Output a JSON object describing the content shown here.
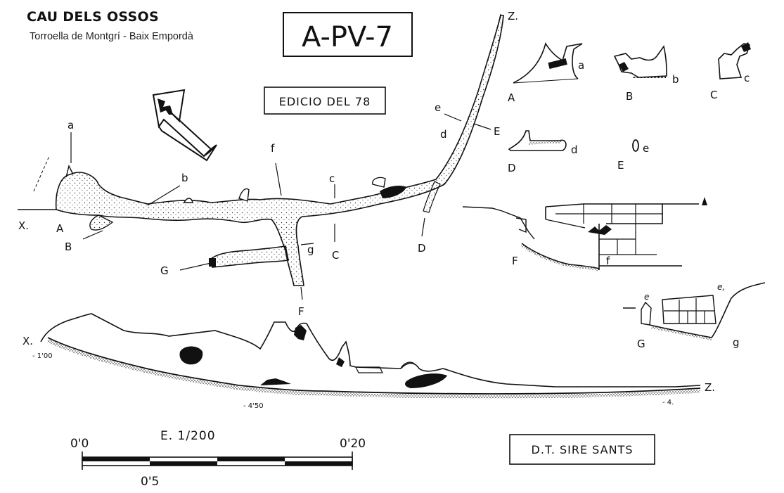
{
  "header": {
    "title": "CAU DELS OSSOS",
    "subtitle": "Torroella de Montgrí - Baix Empordà"
  },
  "boxes": {
    "code": "A-PV-7",
    "edition": "EDICIO DEL 78",
    "author": "D.T. SIRE SANTS"
  },
  "scale": {
    "label": "E. 1/200",
    "ticks": [
      "0'0",
      "0'5",
      "0'20"
    ]
  },
  "plan_labels": {
    "x": "X.",
    "z": "Z.",
    "A": "A",
    "B": "B",
    "C": "C",
    "D": "D",
    "E": "E",
    "F": "F",
    "G": "G",
    "a": "a",
    "b": "b",
    "c": "c",
    "d": "d",
    "e": "e",
    "f": "f",
    "g": "g"
  },
  "section_labels": {
    "A": "A",
    "a": "a",
    "B": "B",
    "b": "b",
    "C": "C",
    "c": "c",
    "D": "D",
    "d": "d",
    "E": "E",
    "e": "e",
    "F": "F",
    "f": "f",
    "G": "G",
    "g": "g",
    "e_small": "e",
    "e1": "e,"
  },
  "profile_labels": {
    "x": "X.",
    "z": "Z.",
    "depth_start": "- 1'00",
    "depth_mid": "- 4'50",
    "depth_end": "- 4."
  }
}
